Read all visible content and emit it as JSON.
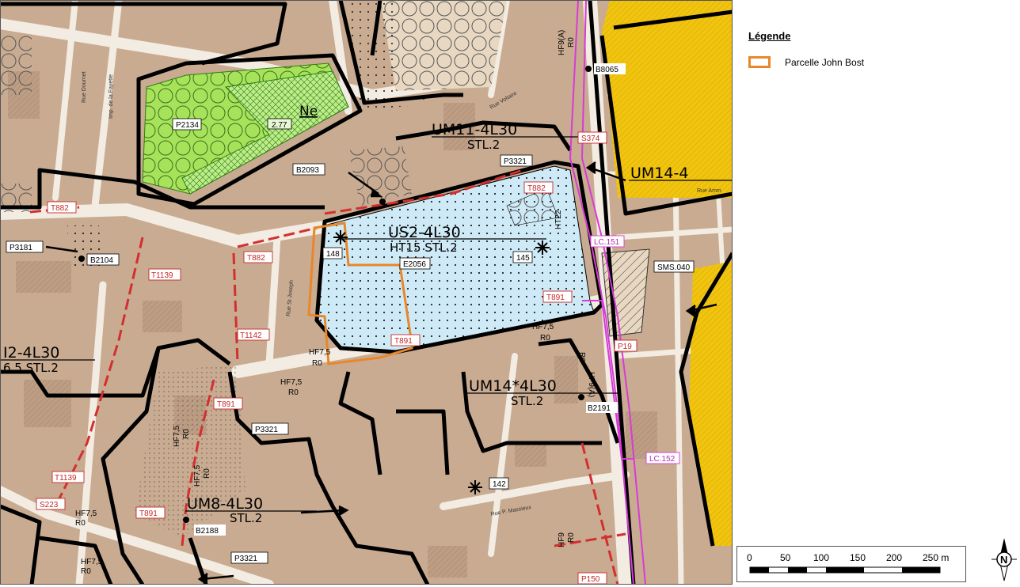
{
  "legend": {
    "title": "Légende",
    "items": [
      {
        "label": "Parcelle John Bost",
        "color": "#e8872a"
      }
    ]
  },
  "scale": {
    "ticks": [
      "0",
      "50",
      "100",
      "150",
      "200",
      "250 m"
    ]
  },
  "north": {
    "letter": "N"
  },
  "zones": {
    "us2_main": "US2-4L30",
    "us2_sub": "HT15 STL.2",
    "ne": "Ne",
    "ne_value": "2.77",
    "um11_main": "UM11-4L30",
    "um11_sub": "STL.2",
    "um14_main": "UM14*4L30",
    "um14_sub": "STL.2",
    "um14_edge": "UM14-4",
    "um8_main": "UM8-4L30",
    "um8_sub": "STL.2",
    "left_main": "I2-4L30",
    "left_sub": "6,5 STL.2"
  },
  "labels": {
    "p2134": "P2134",
    "b2093": "B2093",
    "b2104": "B2104",
    "p3181": "P3181",
    "p3321_a": "P3321",
    "p3321_b": "P3321",
    "p3321_c": "P3321",
    "b8065": "B8065",
    "sms040": "SMS.040",
    "b2191": "B2191",
    "b2188": "B2188",
    "e2056": "E2056",
    "n148": "148",
    "n145": "145",
    "n142": "142"
  },
  "reserves": {
    "t882_a": "T882",
    "t882_b": "T882",
    "t882_c": "T882",
    "t1139_a": "T1139",
    "t1139_b": "T1139",
    "t1142": "T1142",
    "t891_a": "T891",
    "t891_b": "T891",
    "t891_c": "T891",
    "t891_d": "T891",
    "s374": "S374",
    "s223": "S223",
    "p19": "P19",
    "p150": "P150"
  },
  "lines": {
    "lc151": "LC.151",
    "lc152": "LC.152",
    "hf9a_top": "HF9(A)",
    "r0_top": "R0",
    "ht22": "HT22",
    "hf75_a": "HF7,5",
    "r0_a": "R0",
    "hf75_b": "HF7,5",
    "r0_b": "R0",
    "hf75_c": "HF7,5",
    "r0_c": "R0",
    "hf9a_mid": "HF9(A)",
    "r0_mid": "R0",
    "hf75_d": "HF7,5",
    "r0_d": "R0",
    "hf75_e": "HF7,5",
    "r0_e": "R0",
    "hf75_f": "HF7,5",
    "r0_f": "R0",
    "hf75_g": "HF7,5",
    "r0_g": "R0",
    "hf9_bot": "HF9",
    "r0_bot": "R0"
  },
  "streets": {
    "voltaire": "Rue Voltaire",
    "amm": "Rue Amm",
    "stjoseph": "Rue St Joseph",
    "pmassieux": "Rue P. Massieux",
    "dournet": "Rue Dournet",
    "lafayette": "Imp. de la Fayette"
  }
}
